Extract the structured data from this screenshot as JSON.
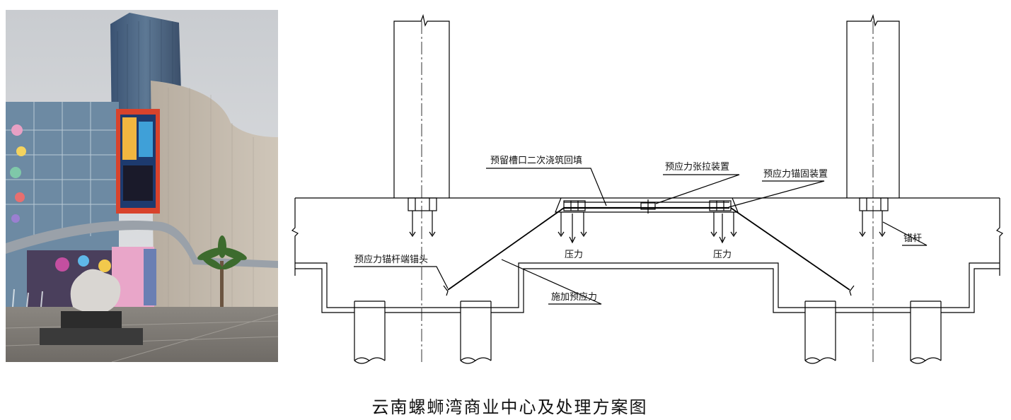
{
  "labels": {
    "slot_backfill": "预留槽口二次浇筑回填",
    "tension_device": "预应力张拉装置",
    "anchor_device": "预应力锚固装置",
    "anchor_head": "预应力锚杆端锚头",
    "apply_prestress": "施加预应力",
    "pressure_left": "压力",
    "pressure_right": "压力",
    "anchor_rod": "锚杆"
  },
  "caption": "云南螺蛳湾商业中心及处理方案图"
}
